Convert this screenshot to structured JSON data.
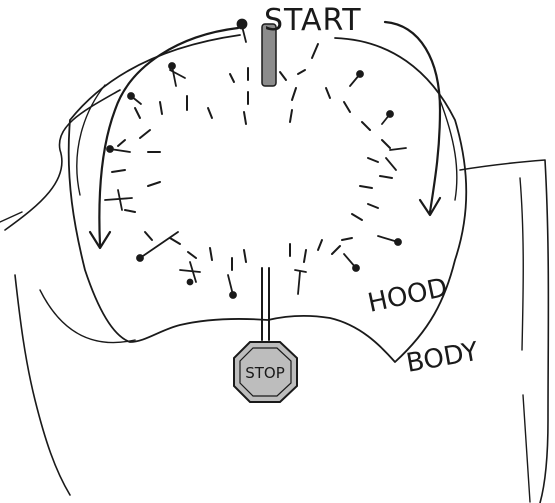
{
  "labels": {
    "start": "START",
    "hood": "HOOD",
    "body": "BODY",
    "stop": "STOP"
  },
  "colors": {
    "ink": "#1a1a1a",
    "stop_sign_fill": "#bdbdbd",
    "start_post_fill": "#8c8c8c",
    "background": "#ffffff"
  }
}
